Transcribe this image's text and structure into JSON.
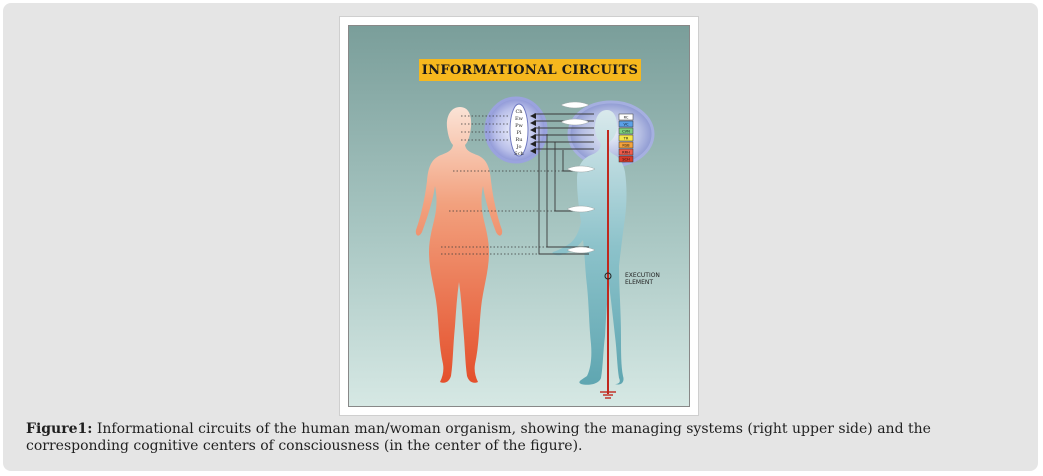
{
  "figure": {
    "banner_title": "INFORMATIONAL CIRCUITS",
    "execution_label_line1": "EXECUTION",
    "execution_label_line2": "ELEMENT",
    "center_labels": [
      "Ch",
      "Ew",
      "Pw",
      "Pi",
      "Ru",
      "Jo",
      "Sch"
    ],
    "system_labels": [
      "RC",
      "VC",
      "CVN",
      "TR",
      "RSB",
      "RRH",
      "SCH"
    ],
    "system_colors": [
      "#ffffff",
      "#5aa0e8",
      "#7fd07f",
      "#f4e44a",
      "#f4a23c",
      "#ee5b4a",
      "#d93a2a"
    ],
    "colors": {
      "background_top": "#7a9e9a",
      "background_bottom": "#cfe3e0",
      "female": "#e8603c",
      "male": "#7fb9c2",
      "nervous_line": "#c0281e"
    }
  },
  "caption": {
    "label": "Figure1:",
    "text": " Informational circuits of the human man/woman organism, showing the managing systems (right upper side) and the corresponding cognitive centers of consciousness (in the center of the figure)."
  }
}
